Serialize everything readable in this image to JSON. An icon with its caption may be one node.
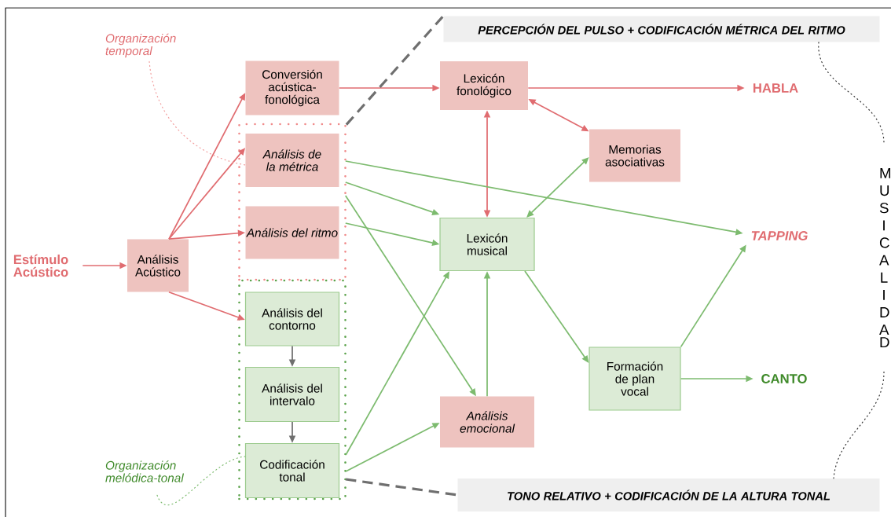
{
  "diagram": {
    "nodes": [
      {
        "text": [
          "Estímulo Acústico"
        ]
      },
      {
        "text": [
          "Análisis Acústico"
        ]
      },
      {
        "text": [
          "Conversión acústica-fonológica"
        ]
      },
      {
        "text": [],
        "shape": "box"
      },
      {
        "text": [
          "Análisis de la métrica"
        ],
        "in": 3
      },
      {
        "text": [
          "Análisis del ritmo"
        ],
        "in": 3
      },
      {
        "text": [],
        "shape": "box"
      },
      {
        "text": [
          "Análisis del contorno"
        ],
        "in": 6
      },
      {
        "text": [
          "Análisis del intervalo"
        ],
        "in": 6
      },
      {
        "text": [
          "Codificación tonal"
        ],
        "in": 6
      },
      {
        "text": [
          "Lexicón fonológico"
        ]
      },
      {
        "text": [
          "Memorias asociativas"
        ]
      },
      {
        "text": [
          "Lexicón musical"
        ]
      },
      {
        "text": [
          "Análisis emocional"
        ]
      },
      {
        "text": [
          "Formación de plan vocal"
        ]
      },
      {
        "text": [
          "HABLA"
        ]
      },
      {
        "text": [
          "TAPPING"
        ]
      },
      {
        "text": [
          "CANTO"
        ]
      },
      {
        "text": [
          "PERCEPCIÓN DEL PULSO + CODIFICACIÓN MÉTRICA DEL RITMO"
        ]
      },
      {
        "text": [
          "TONO RELATIVO + CODIFICACIÓN DE LA ALTURA TONAL"
        ]
      },
      {
        "text": [
          "Organización temporal"
        ]
      },
      {
        "text": [
          "Organización melódica-tonal"
        ]
      },
      {
        "text": [
          "MUSICALIDAD"
        ]
      }
    ],
    "edges": [
      {
        "from": 0,
        "to": 1,
        "arrow": "to",
        "color": "#e06c70"
      },
      {
        "from": 1,
        "to": 2,
        "arrow": "to",
        "color": "#e06c70"
      },
      {
        "from": 1,
        "to": 4,
        "arrow": "to",
        "color": "#e06c70"
      },
      {
        "from": 1,
        "to": 5,
        "arrow": "to",
        "color": "#e06c70"
      },
      {
        "from": 1,
        "to": 7,
        "arrow": "to",
        "color": "#e06c70"
      },
      {
        "from": 2,
        "to": 10,
        "arrow": "to",
        "color": "#e06c70"
      },
      {
        "from": 10,
        "to": 15,
        "arrow": "to",
        "color": "#e06c70"
      },
      {
        "from": 10,
        "to": 11,
        "arrow": "both",
        "color": "#e06c70"
      },
      {
        "from": 10,
        "to": 12,
        "arrow": "both",
        "color": "#e06c70"
      },
      {
        "from": 12,
        "to": 11,
        "arrow": "both",
        "color": "#7dbb6f"
      },
      {
        "from": 4,
        "to": 16,
        "arrow": "to",
        "color": "#7dbb6f"
      },
      {
        "from": 4,
        "to": 12,
        "arrow": "to",
        "color": "#7dbb6f"
      },
      {
        "from": 4,
        "to": 13,
        "arrow": "to",
        "color": "#7dbb6f"
      },
      {
        "from": 5,
        "to": 12,
        "arrow": "to",
        "color": "#7dbb6f"
      },
      {
        "from": 9,
        "to": 12,
        "arrow": "to",
        "color": "#7dbb6f"
      },
      {
        "from": 9,
        "to": 13,
        "arrow": "to",
        "color": "#7dbb6f"
      },
      {
        "from": 13,
        "to": 12,
        "arrow": "to",
        "color": "#7dbb6f"
      },
      {
        "from": 12,
        "to": 14,
        "arrow": "to",
        "color": "#7dbb6f"
      },
      {
        "from": 14,
        "to": 16,
        "arrow": "to",
        "color": "#7dbb6f"
      },
      {
        "from": 14,
        "to": 17,
        "arrow": "to",
        "color": "#7dbb6f"
      },
      {
        "from": 7,
        "to": 8,
        "arrow": "to",
        "color": "#6f6f6f"
      },
      {
        "from": 8,
        "to": 9,
        "arrow": "to",
        "color": "#6f6f6f"
      },
      {
        "from": 3,
        "to": 18,
        "arrow": "none",
        "style": "dashed",
        "color": "#6f6f6f"
      },
      {
        "from": 9,
        "to": 19,
        "arrow": "none",
        "style": "dashed",
        "color": "#6f6f6f"
      },
      {
        "from": 20,
        "to": 4,
        "arrow": "none",
        "style": "dashed",
        "color": "#f2a0a0"
      },
      {
        "from": 21,
        "to": 9,
        "arrow": "none",
        "style": "dashed",
        "color": "#7dbb6f"
      },
      {
        "from": 18,
        "to": 22,
        "arrow": "none",
        "style": "dashed",
        "color": "#333333"
      },
      {
        "from": 22,
        "to": 19,
        "arrow": "none",
        "style": "dashed",
        "color": "#333333"
      }
    ]
  }
}
